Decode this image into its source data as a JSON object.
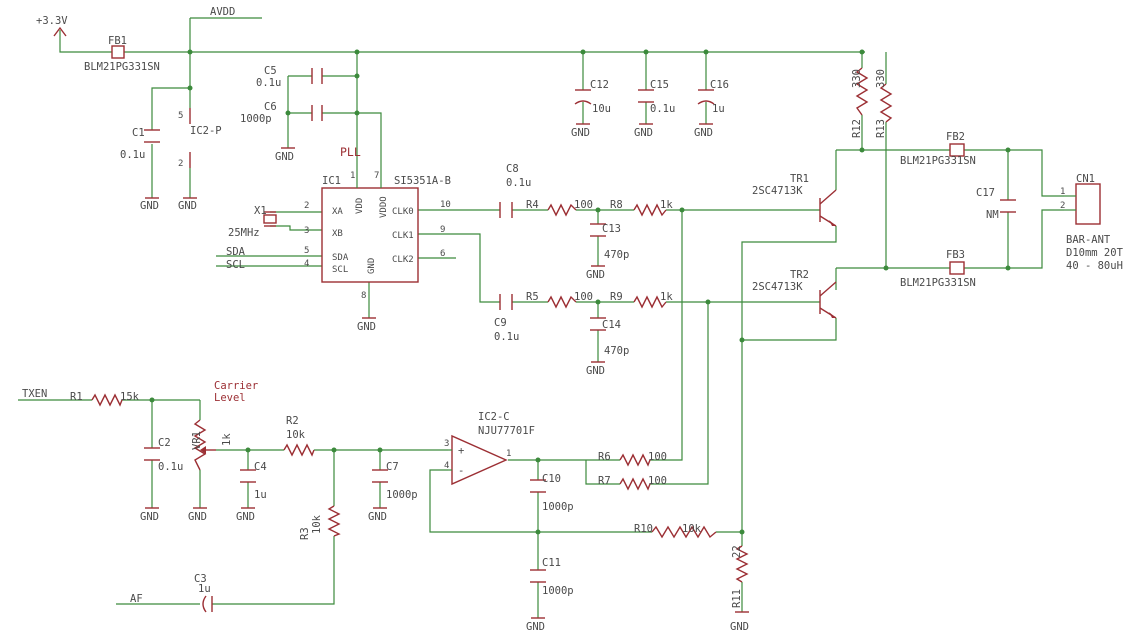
{
  "colors": {
    "wire": "#3c8a3c",
    "component": "#9c2f34",
    "text": "#4a4a4a",
    "background": "#ffffff"
  },
  "nets": {
    "vcc": "+3.3V",
    "avdd": "AVDD",
    "gnd": "GND",
    "txen": "TXEN",
    "af": "AF",
    "sda": "SDA",
    "scl": "SCL"
  },
  "labels": {
    "pll": "PLL",
    "carrier1": "Carrier",
    "carrier2": "Level",
    "ant1": "BAR-ANT",
    "ant2": "D10mm 20T",
    "ant3": "40 - 80uH"
  },
  "ic1": {
    "ref": "IC1",
    "part": "SI5351A-B",
    "pins": [
      "XA",
      "XB",
      "SDA",
      "SCL",
      "VDD",
      "VDDO",
      "GND",
      "CLK0",
      "CLK1",
      "CLK2"
    ],
    "pin_numbers": [
      "2",
      "3",
      "5",
      "4",
      "1",
      "7",
      "8",
      "10",
      "9",
      "6"
    ]
  },
  "ic2c": {
    "ref": "IC2-C",
    "part": "NJU77701F",
    "plus": "+",
    "minus": "-",
    "pins": [
      "3",
      "4",
      "1"
    ]
  },
  "ic2p": {
    "ref": "IC2-P",
    "pins": [
      "5",
      "2"
    ]
  },
  "cn1": {
    "ref": "CN1",
    "pins": [
      "1",
      "2"
    ]
  },
  "components": [
    {
      "ref": "FB1",
      "value": "BLM21PG331SN"
    },
    {
      "ref": "FB2",
      "value": "BLM21PG331SN"
    },
    {
      "ref": "FB3",
      "value": "BLM21PG331SN"
    },
    {
      "ref": "C1",
      "value": "0.1u"
    },
    {
      "ref": "C2",
      "value": "0.1u"
    },
    {
      "ref": "C3",
      "value": "1u"
    },
    {
      "ref": "C4",
      "value": "1u"
    },
    {
      "ref": "C5",
      "value": "0.1u"
    },
    {
      "ref": "C6",
      "value": "1000p"
    },
    {
      "ref": "C7",
      "value": "1000p"
    },
    {
      "ref": "C8",
      "value": "0.1u"
    },
    {
      "ref": "C9",
      "value": "0.1u"
    },
    {
      "ref": "C10",
      "value": "1000p"
    },
    {
      "ref": "C11",
      "value": "1000p"
    },
    {
      "ref": "C12",
      "value": "10u"
    },
    {
      "ref": "C13",
      "value": "470p"
    },
    {
      "ref": "C14",
      "value": "470p"
    },
    {
      "ref": "C15",
      "value": "0.1u"
    },
    {
      "ref": "C16",
      "value": "1u"
    },
    {
      "ref": "C17",
      "value": "NM"
    },
    {
      "ref": "R1",
      "value": "15k"
    },
    {
      "ref": "R2",
      "value": "10k"
    },
    {
      "ref": "R3",
      "value": "10k"
    },
    {
      "ref": "R4",
      "value": "100"
    },
    {
      "ref": "R5",
      "value": "100"
    },
    {
      "ref": "R6",
      "value": "100"
    },
    {
      "ref": "R7",
      "value": "100"
    },
    {
      "ref": "R8",
      "value": "1k"
    },
    {
      "ref": "R9",
      "value": "1k"
    },
    {
      "ref": "R10",
      "value": "10k"
    },
    {
      "ref": "R11",
      "value": "22"
    },
    {
      "ref": "R12",
      "value": "330"
    },
    {
      "ref": "R13",
      "value": "330"
    },
    {
      "ref": "VR1",
      "value": "1k"
    },
    {
      "ref": "X1",
      "value": "25MHz"
    },
    {
      "ref": "TR1",
      "value": "2SC4713K"
    },
    {
      "ref": "TR2",
      "value": "2SC4713K"
    }
  ]
}
